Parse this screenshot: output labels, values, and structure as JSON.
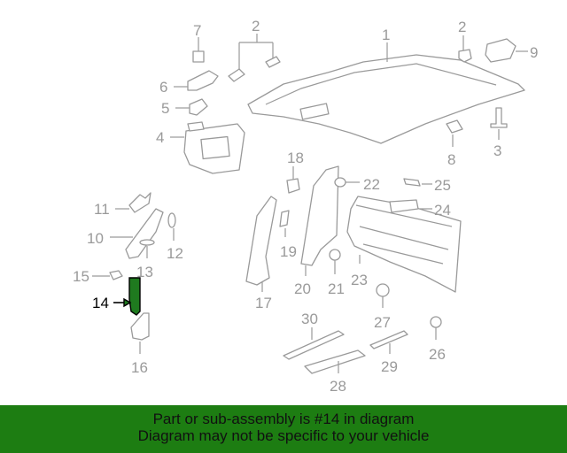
{
  "callouts": {
    "c1": "1",
    "c2a": "2",
    "c2b": "2",
    "c3": "3",
    "c4": "4",
    "c5": "5",
    "c6": "6",
    "c7": "7",
    "c8": "8",
    "c9": "9",
    "c10": "10",
    "c11": "11",
    "c12": "12",
    "c13": "13",
    "c14": "14",
    "c15": "15",
    "c16": "16",
    "c17": "17",
    "c18": "18",
    "c19": "19",
    "c20": "20",
    "c21": "21",
    "c22": "22",
    "c23": "23",
    "c24": "24",
    "c25": "25",
    "c26": "26",
    "c27": "27",
    "c28": "28",
    "c29": "29",
    "c30": "30"
  },
  "highlight": {
    "part_number": "14",
    "color": "#1d7d12"
  },
  "banner": {
    "line1": "Part or sub-assembly is #14 in diagram",
    "line2": "Diagram may not be specific to your vehicle"
  }
}
